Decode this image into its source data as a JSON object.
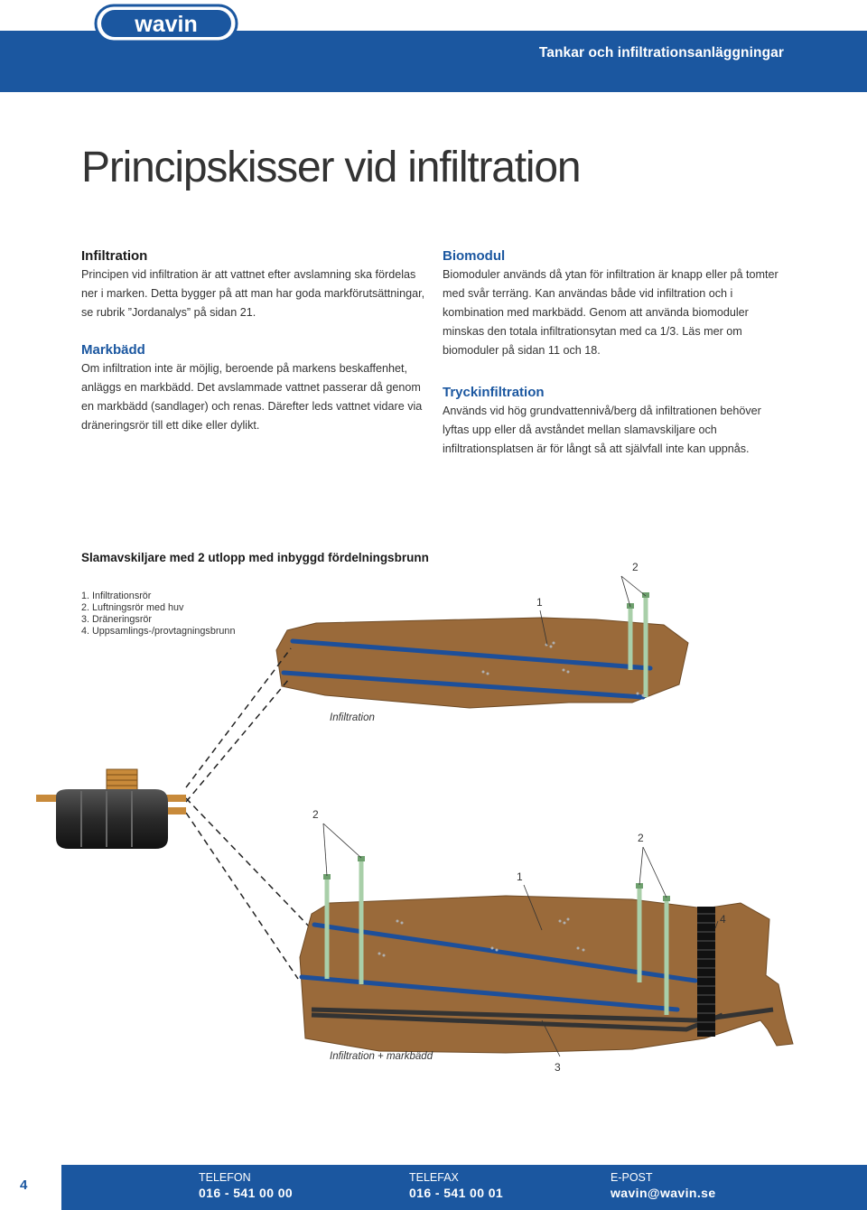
{
  "header": {
    "title": "Tankar och infiltrationsanläggningar",
    "logo_text": "wavin"
  },
  "page_title": "Principskisser vid infiltration",
  "sections_left": [
    {
      "heading": "Infiltration",
      "body": "Principen vid infiltration är att vattnet efter avslamning ska fördelas ner i marken. Detta bygger på att man har goda markförutsättningar, se rubrik ”Jordanalys” på sidan 21."
    },
    {
      "heading": "Markbädd",
      "body": "Om infiltration inte är möjlig, beroende på markens beskaffenhet, anläggs en markbädd. Det avslammade vattnet passerar då genom en markbädd (sandlager) och renas. Därefter leds vattnet vidare via dräneringsrör till ett dike eller dylikt."
    }
  ],
  "sections_right": [
    {
      "heading": "Biomodul",
      "body": "Biomoduler används då ytan för infiltration är knapp eller på tomter med svår terräng. Kan användas både vid infiltration och i kombination med markbädd. Genom att använda biomoduler minskas den totala infiltrationsytan med ca 1/3. Läs mer om biomoduler på sidan 11 och 18."
    },
    {
      "heading": "Tryckinfiltration",
      "body": "Används vid hög grundvattennivå/berg då infiltrationen behöver lyftas upp eller då avståndet mellan slamavskiljare och infiltrationsplatsen är för långt så att självfall inte kan uppnås."
    }
  ],
  "diagram": {
    "title": "Slamavskiljare med 2 utlopp med inbyggd fördelningsbrunn",
    "legend": [
      "1. Infiltrationsrör",
      "2. Luftningsrör med huv",
      "3. Dräneringsrör",
      "4. Uppsamlings-/provtagningsbrunn"
    ],
    "caption_top": "Infiltration",
    "caption_bottom": "Infiltration + markbädd",
    "callouts": {
      "one": "1",
      "two": "2",
      "three": "3",
      "four": "4"
    }
  },
  "footer": {
    "page_number": "4",
    "phone_label": "TELEFON",
    "phone": "016 - 541 00 00",
    "fax_label": "TELEFAX",
    "fax": "016 - 541 00 01",
    "email_label": "E-POST",
    "email": "wavin@wavin.se"
  },
  "colors": {
    "brand_blue": "#1b57a0",
    "soil": "#9a6a3a",
    "pipe_green": "#a9cfa9",
    "pipe_blue": "#1d4f9a"
  }
}
